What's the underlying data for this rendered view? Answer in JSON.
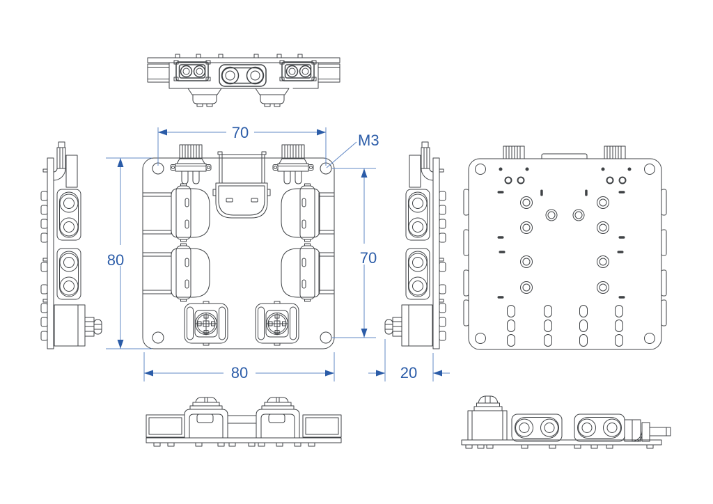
{
  "drawing": {
    "type": "mechanical-orthographic-projection",
    "subject": "connector-mounting-plate",
    "dimensions": {
      "top_hole_spacing": "70",
      "hole_thread": "M3",
      "plate_height": "80",
      "side_hole_spacing": "70",
      "plate_width": "80",
      "depth": "20"
    },
    "colors": {
      "background": "#ffffff",
      "line": "#3f4245",
      "dimension_text": "#2b5ca8",
      "dimension_line": "#6288c6"
    },
    "views": [
      "top-view",
      "left-side-view",
      "front-view",
      "right-side-view",
      "back-view",
      "bottom-view",
      "bottom-right-side-view"
    ]
  }
}
